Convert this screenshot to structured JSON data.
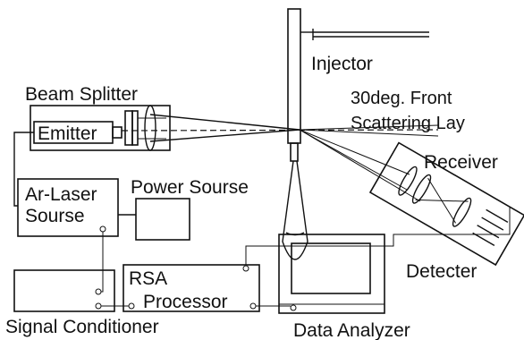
{
  "labels": {
    "injector": "Injector",
    "beam_splitter": "Beam Splitter",
    "emitter": "Emitter",
    "front_scattering": "30deg. Front",
    "front_scattering_2": "Scattering Lay",
    "receiver": "Receiver",
    "ar_laser_1": "Ar-Laser",
    "ar_laser_2": "Sourse",
    "power_source": "Power Sourse",
    "rsa_1": "RSA",
    "rsa_2": "Processor",
    "detecter": "Detecter",
    "signal_conditioner": "Signal Conditioner",
    "data_analyzer": "Data Analyzer"
  }
}
